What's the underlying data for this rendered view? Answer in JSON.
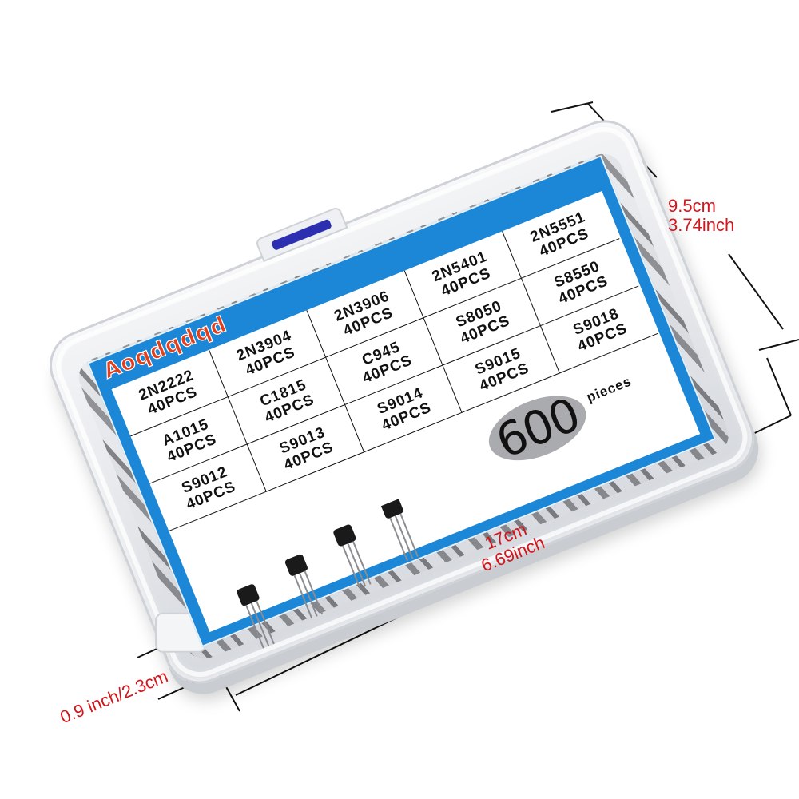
{
  "product": {
    "brand": "Aoqdqdqd",
    "type": "Transistor assortment kit in clear plastic storage box",
    "label_bg_color": "#1b87d6",
    "brand_color": "#e0401c",
    "latch_color": "#2b2fb0",
    "grid_columns": 5,
    "cells": [
      {
        "part": "2N2222",
        "qty": "40PCS"
      },
      {
        "part": "2N3904",
        "qty": "40PCS"
      },
      {
        "part": "2N3906",
        "qty": "40PCS"
      },
      {
        "part": "2N5401",
        "qty": "40PCS"
      },
      {
        "part": "2N5551",
        "qty": "40PCS"
      },
      {
        "part": "A1015",
        "qty": "40PCS"
      },
      {
        "part": "C1815",
        "qty": "40PCS"
      },
      {
        "part": "C945",
        "qty": "40PCS"
      },
      {
        "part": "S8050",
        "qty": "40PCS"
      },
      {
        "part": "S8550",
        "qty": "40PCS"
      },
      {
        "part": "S9012",
        "qty": "40PCS"
      },
      {
        "part": "S9013",
        "qty": "40PCS"
      },
      {
        "part": "S9014",
        "qty": "40PCS"
      },
      {
        "part": "S9015",
        "qty": "40PCS"
      },
      {
        "part": "S9018",
        "qty": "40PCS"
      }
    ],
    "total": {
      "value": "600",
      "unit": "pieces"
    },
    "transistor_icons": 4
  },
  "dimensions": {
    "height": {
      "cm": "9.5cm",
      "inch": "3.74inch"
    },
    "length": {
      "cm": "17cm",
      "inch": "6.69inch"
    },
    "depth": {
      "label": "0.9 inch/2.3cm"
    },
    "text_color": "#d4151c"
  }
}
